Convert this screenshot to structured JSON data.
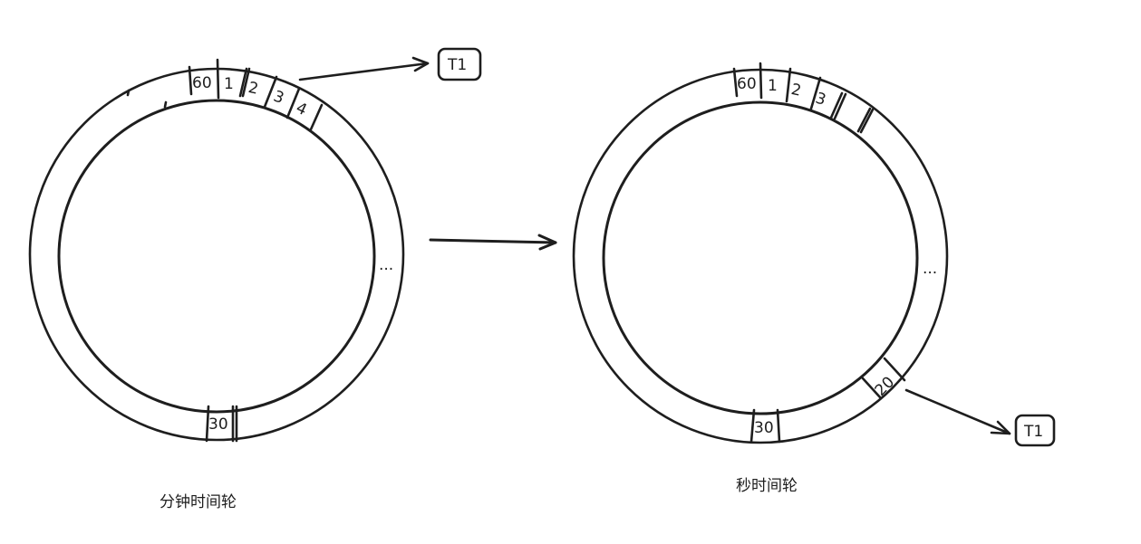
{
  "diagram": {
    "colors": {
      "stroke": "#1e1e1e",
      "background": "#ffffff"
    },
    "minute_wheel": {
      "caption": "分钟时间轮",
      "slots": [
        "60",
        "1",
        "2",
        "3",
        "4",
        "30"
      ],
      "ellipsis": "...",
      "task_label": "T1"
    },
    "second_wheel": {
      "caption": "秒时间轮",
      "slots": [
        "60",
        "1",
        "2",
        "3",
        "30",
        "20"
      ],
      "ellipsis": "...",
      "task_label": "T1"
    },
    "transition_arrow": "minute-wheel-to-second-wheel"
  }
}
